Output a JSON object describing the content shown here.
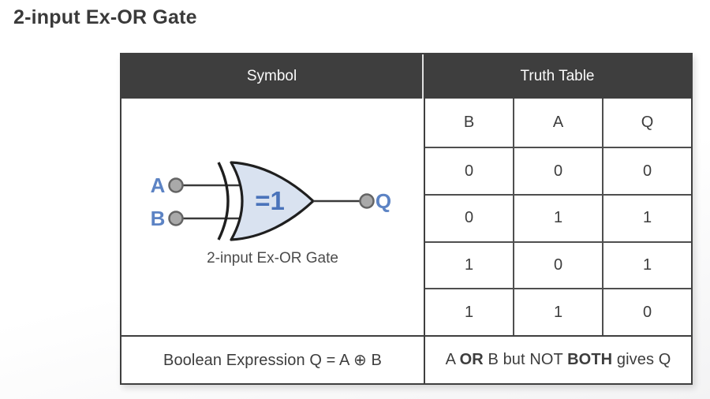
{
  "title": "2-input Ex-OR Gate",
  "table": {
    "header": {
      "symbol": "Symbol",
      "truth_table": "Truth Table"
    },
    "gate": {
      "input_a": "A",
      "input_b": "B",
      "output": "Q",
      "gate_label": "=1",
      "caption": "2-input Ex-OR Gate"
    },
    "truth_table": {
      "columns": [
        "B",
        "A",
        "Q"
      ],
      "rows": [
        [
          "0",
          "0",
          "0"
        ],
        [
          "0",
          "1",
          "1"
        ],
        [
          "1",
          "0",
          "1"
        ],
        [
          "1",
          "1",
          "0"
        ]
      ]
    },
    "footer": {
      "boolean_expression": "Boolean Expression Q = A ⊕ B",
      "description": {
        "t1": "A ",
        "b1": "OR",
        "t2": " B but NOT ",
        "b2": "BOTH",
        "t3": " gives Q"
      }
    }
  },
  "colors": {
    "header_bg": "#3e3e3e",
    "border_dark": "#3f3f3f",
    "grid_line": "#4f4f4f",
    "gate_fill": "#d9e2f0",
    "gate_outline": "#1f1f1f",
    "label_blue": "#5c83c4",
    "gate_label_blue": "#4a73ba",
    "terminal_gray": "#a9a9a9",
    "text_dark": "#3d3d3d"
  }
}
